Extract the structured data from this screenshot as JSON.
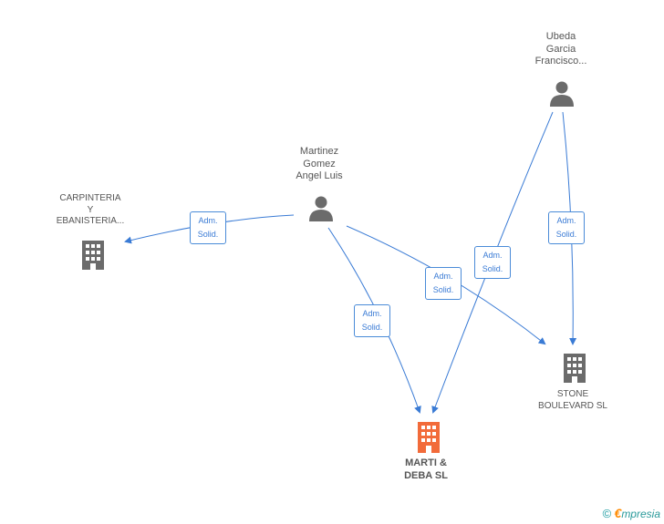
{
  "nodes": {
    "person_martinez": {
      "lines": [
        "Martinez",
        "Gomez",
        "Angel Luis"
      ]
    },
    "person_ubeda": {
      "lines": [
        "Ubeda",
        "Garcia",
        "Francisco..."
      ]
    },
    "company_carpinteria": {
      "lines": [
        "CARPINTERIA",
        "Y",
        "EBANISTERIA..."
      ]
    },
    "company_stone": {
      "lines": [
        "STONE",
        "BOULEVARD SL"
      ]
    },
    "company_marti": {
      "lines": [
        "MARTI &",
        "DEBA SL"
      ]
    }
  },
  "edges": [
    {
      "id": "martinez-carpinteria",
      "label_1": "Adm.",
      "label_2": "Solid."
    },
    {
      "id": "martinez-marti",
      "label_1": "Adm.",
      "label_2": "Solid."
    },
    {
      "id": "martinez-stone",
      "label_1": "Adm.",
      "label_2": "Solid."
    },
    {
      "id": "ubeda-marti",
      "label_1": "Adm.",
      "label_2": "Solid."
    },
    {
      "id": "ubeda-stone",
      "label_1": "Adm.",
      "label_2": "Solid."
    }
  ],
  "colors": {
    "edge": "#3a7bd5",
    "person_icon": "#6b6b6b",
    "company_icon": "#6b6b6b",
    "focus_company_icon": "#f26b3a"
  },
  "icons": {
    "person": "person-icon",
    "company": "building-icon",
    "copyright": "copyright-icon"
  },
  "footer": {
    "copyright_symbol": "©",
    "brand_initial": "€",
    "brand_rest": "mpresia"
  }
}
